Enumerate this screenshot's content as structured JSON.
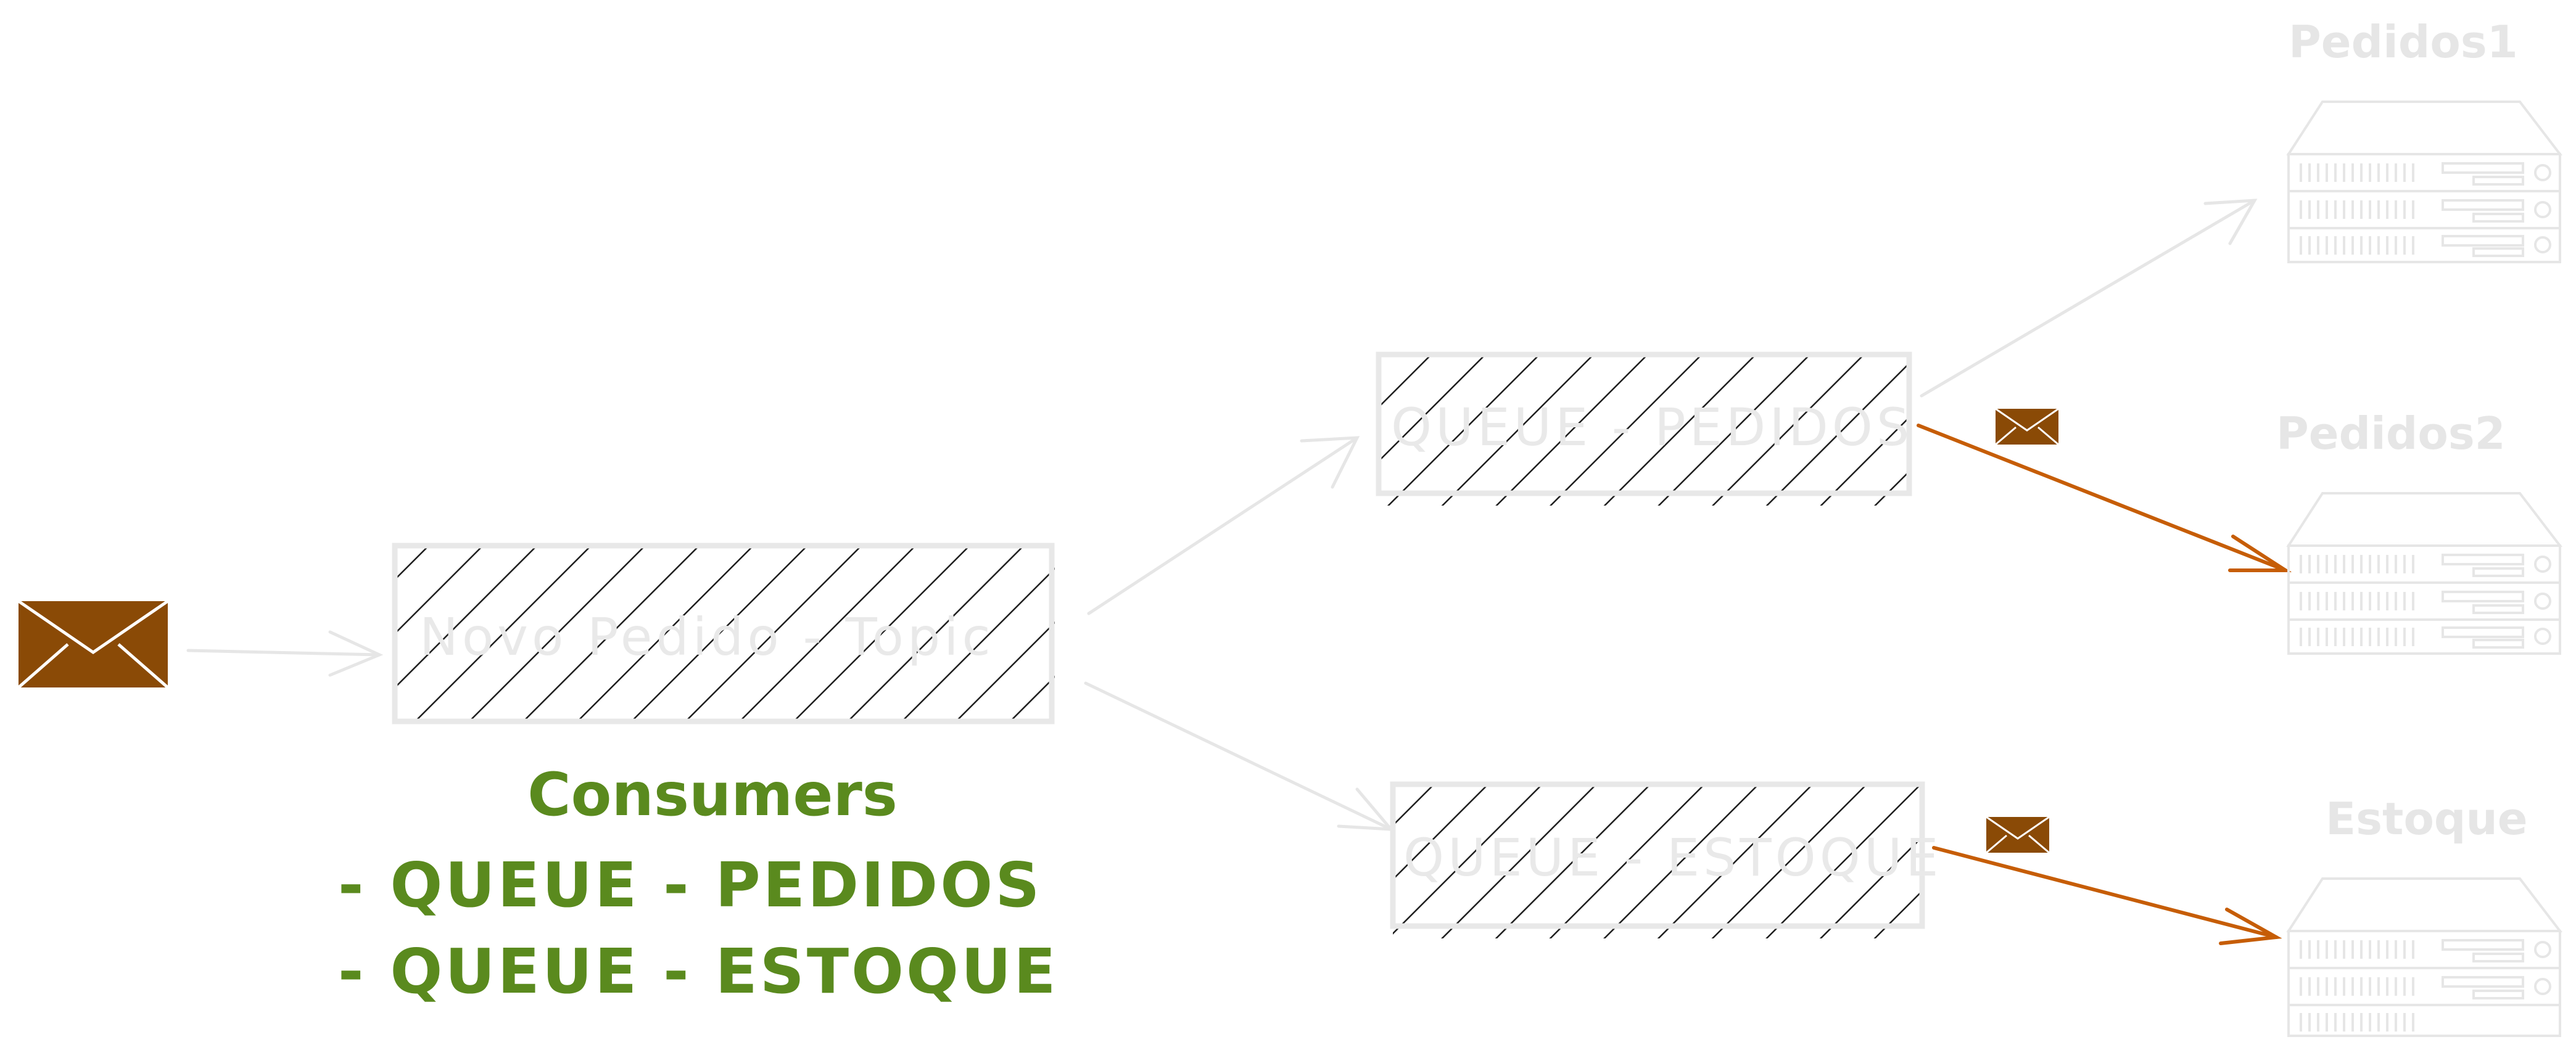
{
  "colors": {
    "box_border": "#e8e8e8",
    "hatch": "#1e1e1e",
    "box_text": "#e9e9e9",
    "arrow_light": "#e6e6e6",
    "arrow_active": "#c65d06",
    "envelope": "#8a4a06",
    "consumers_text": "#5a8a1e",
    "server_outline": "#e6e6e6"
  },
  "topic_box": {
    "label": "Novo Pedido - Topic"
  },
  "queue_pedidos": {
    "label": "QUEUE - PEDIDOS"
  },
  "queue_estoque": {
    "label": "QUEUE - ESTOQUE"
  },
  "servers": [
    {
      "name": "Pedidos1"
    },
    {
      "name": "Pedidos2"
    },
    {
      "name": "Estoque"
    }
  ],
  "consumers": {
    "title": "Consumers",
    "items": [
      "- QUEUE - PEDIDOS",
      "- QUEUE - ESTOQUE"
    ]
  }
}
